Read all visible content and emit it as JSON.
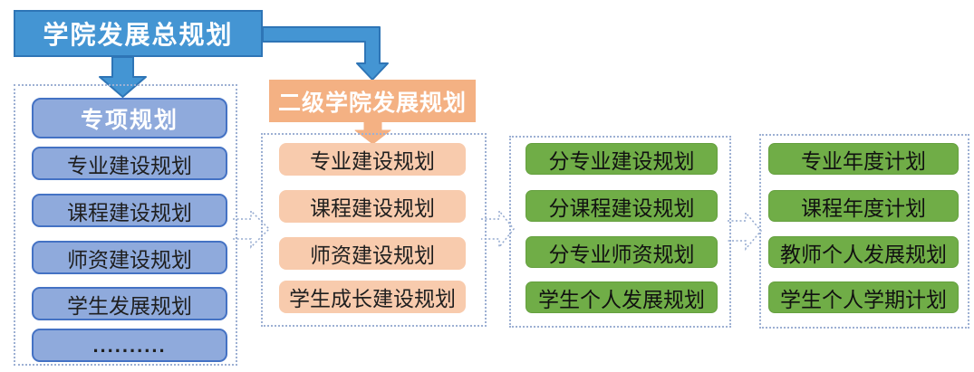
{
  "title_box": {
    "label": "学院发展总规划"
  },
  "secondary_box": {
    "label": "二级学院发展规划"
  },
  "columns": [
    {
      "name": "special-plans",
      "header": "专项规划",
      "items": [
        "专业建设规划",
        "课程建设规划",
        "师资建设规划",
        "学生发展规划",
        ".........."
      ]
    },
    {
      "name": "secondary-college-plans",
      "items": [
        "专业建设规划",
        "课程建设规划",
        "师资建设规划",
        "学生成长建设规划"
      ]
    },
    {
      "name": "sub-plans",
      "items": [
        "分专业建设规划",
        "分课程建设规划",
        "分专业师资规划",
        "学生个人发展规划"
      ]
    },
    {
      "name": "annual-plans",
      "items": [
        "专业年度计划",
        "课程年度计划",
        "教师个人发展规划",
        "学生个人学期计划"
      ]
    }
  ],
  "colors": {
    "primary_blue": "#4495D3",
    "primary_blue_border": "#2E75B6",
    "light_blue": "#8FAADC",
    "light_blue_border": "#4472C4",
    "orange": "#F4B183",
    "peach": "#F8CBAD",
    "green": "#70AD47",
    "dotted_border": "#9DB0D3",
    "text_dark": "#1F1F1F"
  }
}
